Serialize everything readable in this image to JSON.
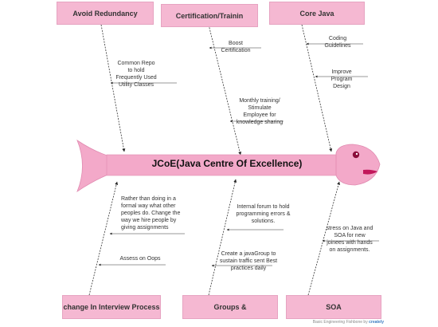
{
  "diagram": {
    "title": "JCoE(Java Centre Of Excellence)",
    "colors": {
      "box": "#f5b8d2",
      "fish": "#f3a9c9",
      "eye": "#8b0d3a",
      "mouth": "#c2185b"
    }
  },
  "categories": {
    "top_left": "Avoid Redundancy",
    "top_mid": "Certification/Trainin",
    "top_right": "Core Java",
    "bottom_left": "change In Interview Process",
    "bottom_mid": "Groups &",
    "bottom_right": "SOA"
  },
  "causes": {
    "common_repo": "Common Repo to hold Frequently Used Utility Classes",
    "boost_cert": "Boost Certification",
    "monthly_training": "Monthly training/ Stimulate Employee for knowledge sharing",
    "coding_guidelines": "Coding Guidelines",
    "improve_design": "Improve Program Design",
    "rather_than": "Rather than doing in a formal way what other peoples do. Change the way we hire people by giving assignments",
    "assess_oops": "Assess on Oops",
    "internal_forum": "Internal forum to hold programming errors & solutions.",
    "java_group": "Create a javaGroup to sustain traffic sent Best practices daily",
    "stress_java": "stress on Java and SOA for new joinees with hands on assignments."
  },
  "footer": {
    "text": "Basic Engineering Fishbone by",
    "brand": "creately"
  }
}
